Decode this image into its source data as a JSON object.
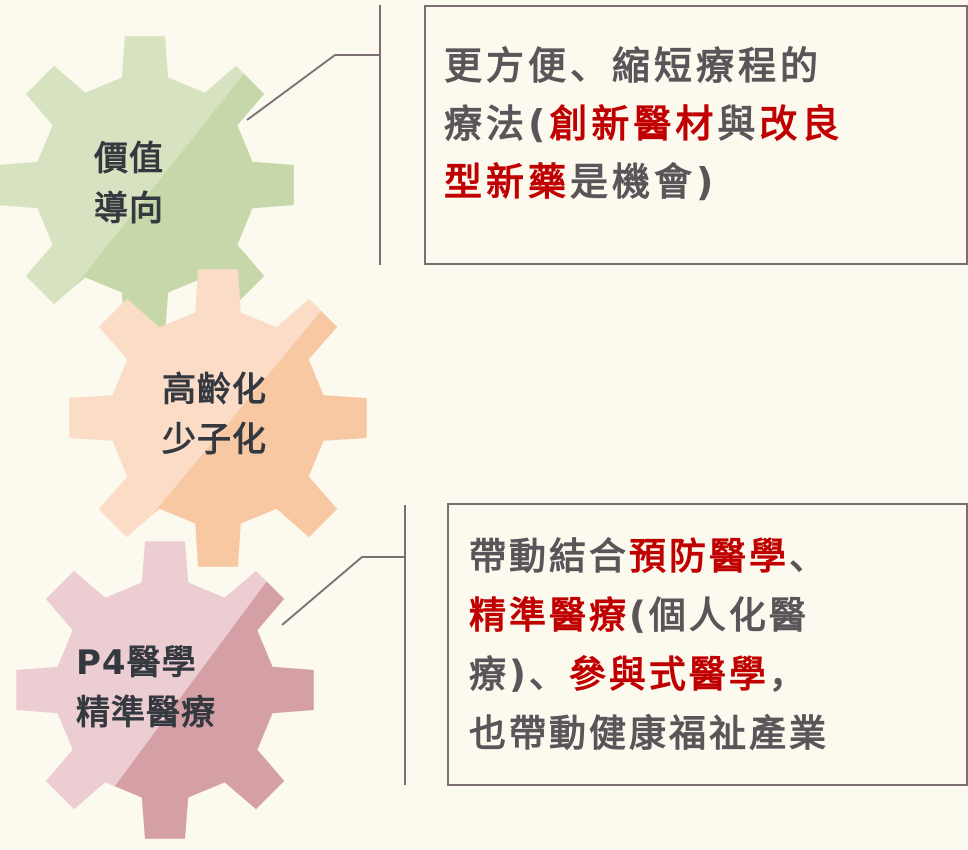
{
  "gears": [
    {
      "id": "value",
      "lines": [
        "價值",
        "導向"
      ],
      "fill": "#d7e3c0",
      "shade": "#c6d8a9"
    },
    {
      "id": "aging",
      "lines": [
        "高齡化",
        "少子化"
      ],
      "fill": "#fbdcc6",
      "shade": "#f8c8a2"
    },
    {
      "id": "p4",
      "lines": [
        "P4醫學",
        "精準醫療"
      ],
      "fill": "#ebcdd2",
      "shade": "#d59fa6"
    }
  ],
  "box1": {
    "segments": [
      {
        "text": "更方便、縮短療程的",
        "hl": false
      },
      {
        "text": "療法(",
        "hl": false
      },
      {
        "text": "創新醫材",
        "hl": true
      },
      {
        "text": "與",
        "hl": false
      },
      {
        "text": "改良",
        "hl": true
      },
      {
        "text": "型新藥",
        "hl": true
      },
      {
        "text": "是機會)",
        "hl": false
      }
    ]
  },
  "box2": {
    "segments": [
      {
        "text": "帶動結合",
        "hl": false
      },
      {
        "text": "預防醫學",
        "hl": true
      },
      {
        "text": "、",
        "hl": false
      },
      {
        "text": "精準醫療",
        "hl": true
      },
      {
        "text": "(個人化醫",
        "hl": false
      },
      {
        "text": "療)、",
        "hl": false
      },
      {
        "text": "參與式醫學",
        "hl": true
      },
      {
        "text": "，",
        "hl": false
      },
      {
        "text": "也帶動健康福祉產業",
        "hl": false
      }
    ]
  },
  "colors": {
    "background": "#fcf9ef",
    "highlight": "#c00000",
    "box_text": "#5b5559",
    "gear_text": "#34383f",
    "connector": "#7c6e72"
  }
}
